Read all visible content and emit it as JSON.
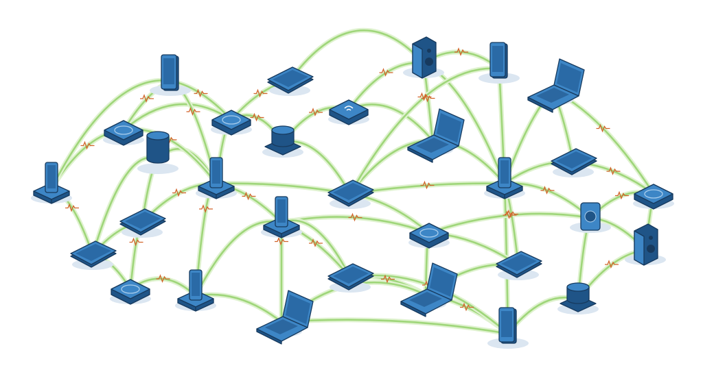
{
  "diagram": {
    "kind": "network of connected smart devices",
    "colors": {
      "link": "#9fd67a",
      "link_glow": "#dff2cf",
      "signal": "#d2632a",
      "device_top": "#3d86c6",
      "device_side": "#1f5487",
      "device_outline": "#173a5e",
      "screen": "#2a6aa6",
      "shadow": "#dbe6f1"
    },
    "device_types": [
      "phone-dock",
      "hub",
      "phone",
      "smart-speaker",
      "hub",
      "tablet",
      "puck",
      "phone-dock",
      "router",
      "speaker",
      "phone",
      "laptop",
      "laptop",
      "tablet",
      "phone-dock",
      "tablet",
      "hub",
      "tablet",
      "phone-dock",
      "hub",
      "thermostat",
      "speaker",
      "tablet",
      "hub",
      "phone-dock",
      "laptop",
      "tablet",
      "laptop",
      "tablet",
      "puck",
      "phone"
    ]
  }
}
